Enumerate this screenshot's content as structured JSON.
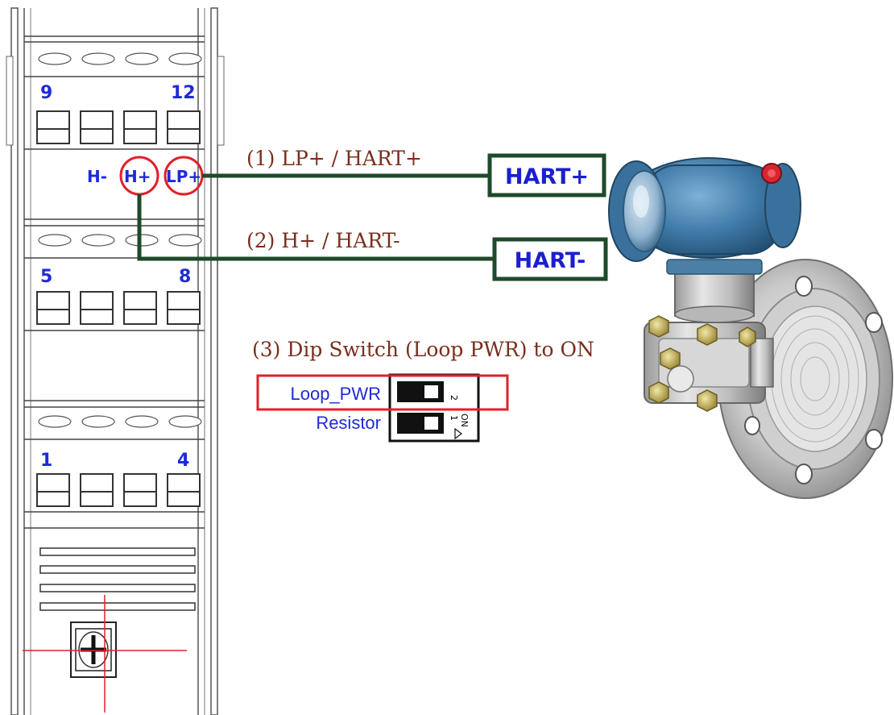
{
  "terminal_block": {
    "group_top": {
      "first": "9",
      "last": "12"
    },
    "group_mid": {
      "first": "5",
      "last": "8"
    },
    "group_bottom": {
      "first": "1",
      "last": "4"
    },
    "pins": {
      "h_minus": "H-",
      "h_plus": "H+",
      "lp_plus": "LP+"
    }
  },
  "steps": {
    "step1": "(1) LP+ / HART+",
    "step2": "(2) H+ / HART-",
    "step3": "(3) Dip Switch (Loop PWR) to ON"
  },
  "hart_boxes": {
    "plus": "HART+",
    "minus": "HART-"
  },
  "dip_switch": {
    "loop_pwr_label": "Loop_PWR",
    "resistor_label": "Resistor",
    "switch1_num": "1",
    "switch2_num": "2",
    "on_label": "ON"
  },
  "colors": {
    "wire": "#1e4a2a",
    "highlight": "#e2202a",
    "label_blue": "#1f2bd6",
    "step_text": "#7a2e1e",
    "transmitter_blue": "#3f7aa8"
  },
  "icons": {
    "transmitter": "pressure-transmitter-icon",
    "crosshair": "crosshair-icon"
  }
}
